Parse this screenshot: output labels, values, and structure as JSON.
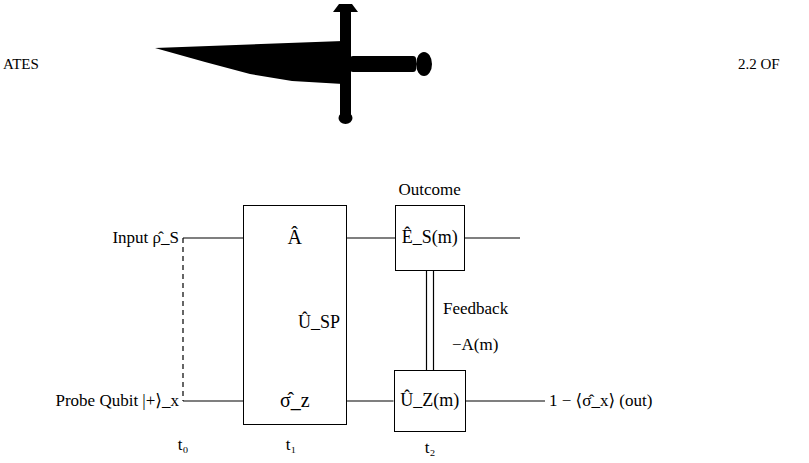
{
  "diagram": {
    "nodes": [
      {
        "text": [
          "Â",
          "Û_SP",
          "σ̂_z"
        ]
      },
      {
        "text": [
          "Outcome",
          "Ê_S(m)"
        ]
      },
      {
        "text": [
          "Û_Z(m)"
        ]
      }
    ],
    "edges": [
      {
        "from": 0,
        "to": 1,
        "arrow": "none"
      },
      {
        "from": 0,
        "to": 2,
        "arrow": "none"
      },
      {
        "from": 1,
        "to": 2,
        "arrow": "none",
        "label": "Feedback"
      }
    ],
    "labels": [
      "ATES",
      "2.2 OF",
      "Input ρ̂_S",
      "Probe Qubit |+⟩_x",
      "t₀",
      "t₁",
      "t₂",
      "−A(m)",
      "1 − ⟨σ̂_x⟩ (out)"
    ]
  }
}
